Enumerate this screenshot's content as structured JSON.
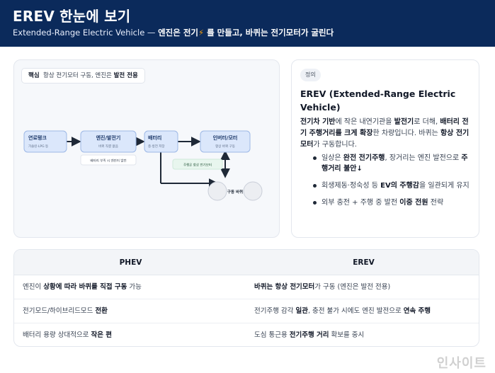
{
  "header": {
    "title": "EREV 한눈에 보기",
    "subtitle_prefix": "Extended-Range Electric Vehicle — ",
    "subtitle_bold1": "엔진은 전기",
    "subtitle_bolt": "⚡",
    "subtitle_mid": " 를 만들고, ",
    "subtitle_bold2": "바퀴는 전기모터가 굴린다"
  },
  "diagram": {
    "core_label": "핵심",
    "core_text": "항상 전기모터 구동, 엔진은 ",
    "core_bold": "발전 전용",
    "nodes": [
      {
        "title": "연료탱크",
        "sub": "가솔린·LPG 등"
      },
      {
        "title": "엔진/발전기",
        "sub": "바퀴 직결 없음"
      },
      {
        "title": "배터리",
        "sub": "충·방전 저장"
      },
      {
        "title": "인버터/모터",
        "sub": "항상 바퀴 구동"
      }
    ],
    "note_left": "배터리 부족 시 엔진이 발전",
    "note_right": "주행은 항상 전기모터",
    "wheel_label": "구동 바퀴"
  },
  "definition": {
    "tag": "정의",
    "title": "EREV (Extended-Range Electric Vehicle)",
    "desc": [
      {
        "t": "전기차 기반",
        "b": true
      },
      {
        "t": "에 작은 내연기관을 ",
        "b": false
      },
      {
        "t": "발전기",
        "b": true
      },
      {
        "t": "로 더해, ",
        "b": false
      },
      {
        "t": "배터리 전기 주행거리를 크게 확장",
        "b": true
      },
      {
        "t": "한 차량입니다. 바퀴는 ",
        "b": false
      },
      {
        "t": "항상 전기모터",
        "b": true
      },
      {
        "t": "가 구동합니다.",
        "b": false
      }
    ],
    "bullets": [
      [
        {
          "t": "일상은 ",
          "b": false
        },
        {
          "t": "완전 전기주행",
          "b": true
        },
        {
          "t": ", 장거리는 엔진 발전으로 ",
          "b": false
        },
        {
          "t": "주행거리 불안↓",
          "b": true
        }
      ],
      [
        {
          "t": "회생제동·정숙성 등 ",
          "b": false
        },
        {
          "t": "EV의 주행감",
          "b": true
        },
        {
          "t": "을 일관되게 유지",
          "b": false
        }
      ],
      [
        {
          "t": "외부 충전 + 주행 중 발전 ",
          "b": false
        },
        {
          "t": "이중 전원",
          "b": true
        },
        {
          "t": " 전략",
          "b": false
        }
      ]
    ]
  },
  "compare": {
    "headers": [
      "PHEV",
      "EREV"
    ],
    "rows": [
      {
        "phev": [
          {
            "t": "엔진이 ",
            "b": false
          },
          {
            "t": "상황에 따라 바퀴를 직접 구동",
            "b": true
          },
          {
            "t": " 가능",
            "b": false
          }
        ],
        "erev": [
          {
            "t": "바퀴는 항상 전기모터",
            "b": true
          },
          {
            "t": "가 구동 (엔진은 발전 전용)",
            "b": false
          }
        ]
      },
      {
        "phev": [
          {
            "t": "전기모드/하이브리드모드 ",
            "b": false
          },
          {
            "t": "전환",
            "b": true
          }
        ],
        "erev": [
          {
            "t": "전기주행 감각 ",
            "b": false
          },
          {
            "t": "일관",
            "b": true
          },
          {
            "t": ", 충전 불가 시에도 엔진 발전으로 ",
            "b": false
          },
          {
            "t": "연속 주행",
            "b": true
          }
        ]
      },
      {
        "phev": [
          {
            "t": "배터리 용량 상대적으로 ",
            "b": false
          },
          {
            "t": "작은 편",
            "b": true
          }
        ],
        "erev": [
          {
            "t": "도심 통근용 ",
            "b": false
          },
          {
            "t": "전기주행 거리",
            "b": true
          },
          {
            "t": " 확보를 중시",
            "b": false
          }
        ]
      }
    ]
  },
  "watermark": "인사이트",
  "colors": {
    "header_bg": "#0b2a5b",
    "node_fill": "#dbe7fb",
    "node_stroke": "#9db8e6",
    "arrow": "#1f2937",
    "note_fill": "#e8f6ee",
    "wheel_fill": "#eceef2"
  }
}
